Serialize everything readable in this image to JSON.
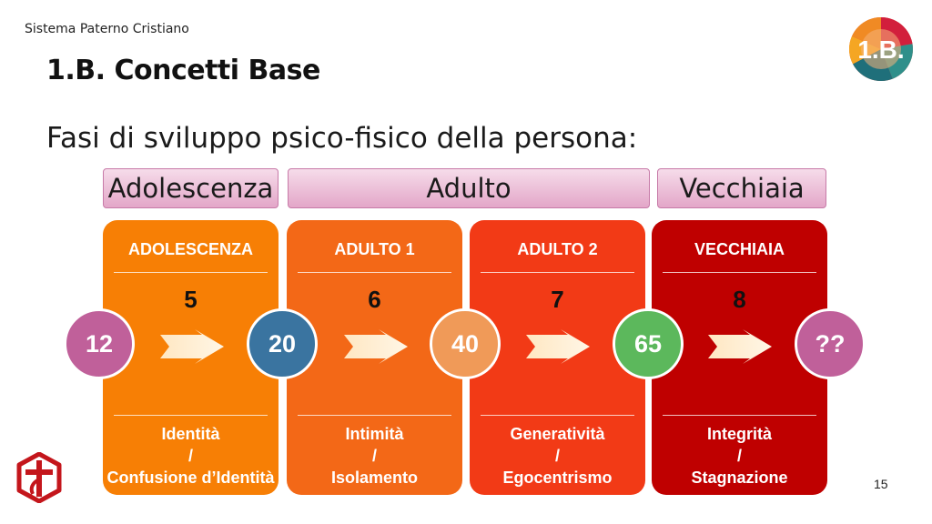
{
  "header": {
    "org_name": "Sistema Paterno Cristiano",
    "title": "1.B. Concetti Base",
    "badge_text": "1.B."
  },
  "subtitle": "Fasi di sviluppo psico-fisico della persona:",
  "bands": [
    {
      "label": "Adolescenza"
    },
    {
      "label": "Adulto"
    },
    {
      "label": "Vecchiaia"
    }
  ],
  "phases": [
    {
      "label": "ADOLESCENZA",
      "number": "5",
      "desc_line1": "Identità",
      "desc_sep": "/",
      "desc_line2": "Confusione d’Identità",
      "color": "#f77f05"
    },
    {
      "label": "ADULTO 1",
      "number": "6",
      "desc_line1": "Intimità",
      "desc_sep": "/",
      "desc_line2": "Isolamento",
      "color": "#f36817"
    },
    {
      "label": "ADULTO 2",
      "number": "7",
      "desc_line1": "Generatività",
      "desc_sep": "/",
      "desc_line2": "Egocentrismo",
      "color": "#f23a16"
    },
    {
      "label": "VECCHIAIA",
      "number": "8",
      "desc_line1": "Integrità",
      "desc_sep": "/",
      "desc_line2": "Stagnazione",
      "color": "#bf0000"
    }
  ],
  "ages": [
    {
      "label": "12",
      "color": "#c0609a"
    },
    {
      "label": "20",
      "color": "#3a74a0"
    },
    {
      "label": "40",
      "color": "#f09a58"
    },
    {
      "label": "65",
      "color": "#5cb85c"
    },
    {
      "label": "??",
      "color": "#c0609a"
    }
  ],
  "page_number": "15"
}
